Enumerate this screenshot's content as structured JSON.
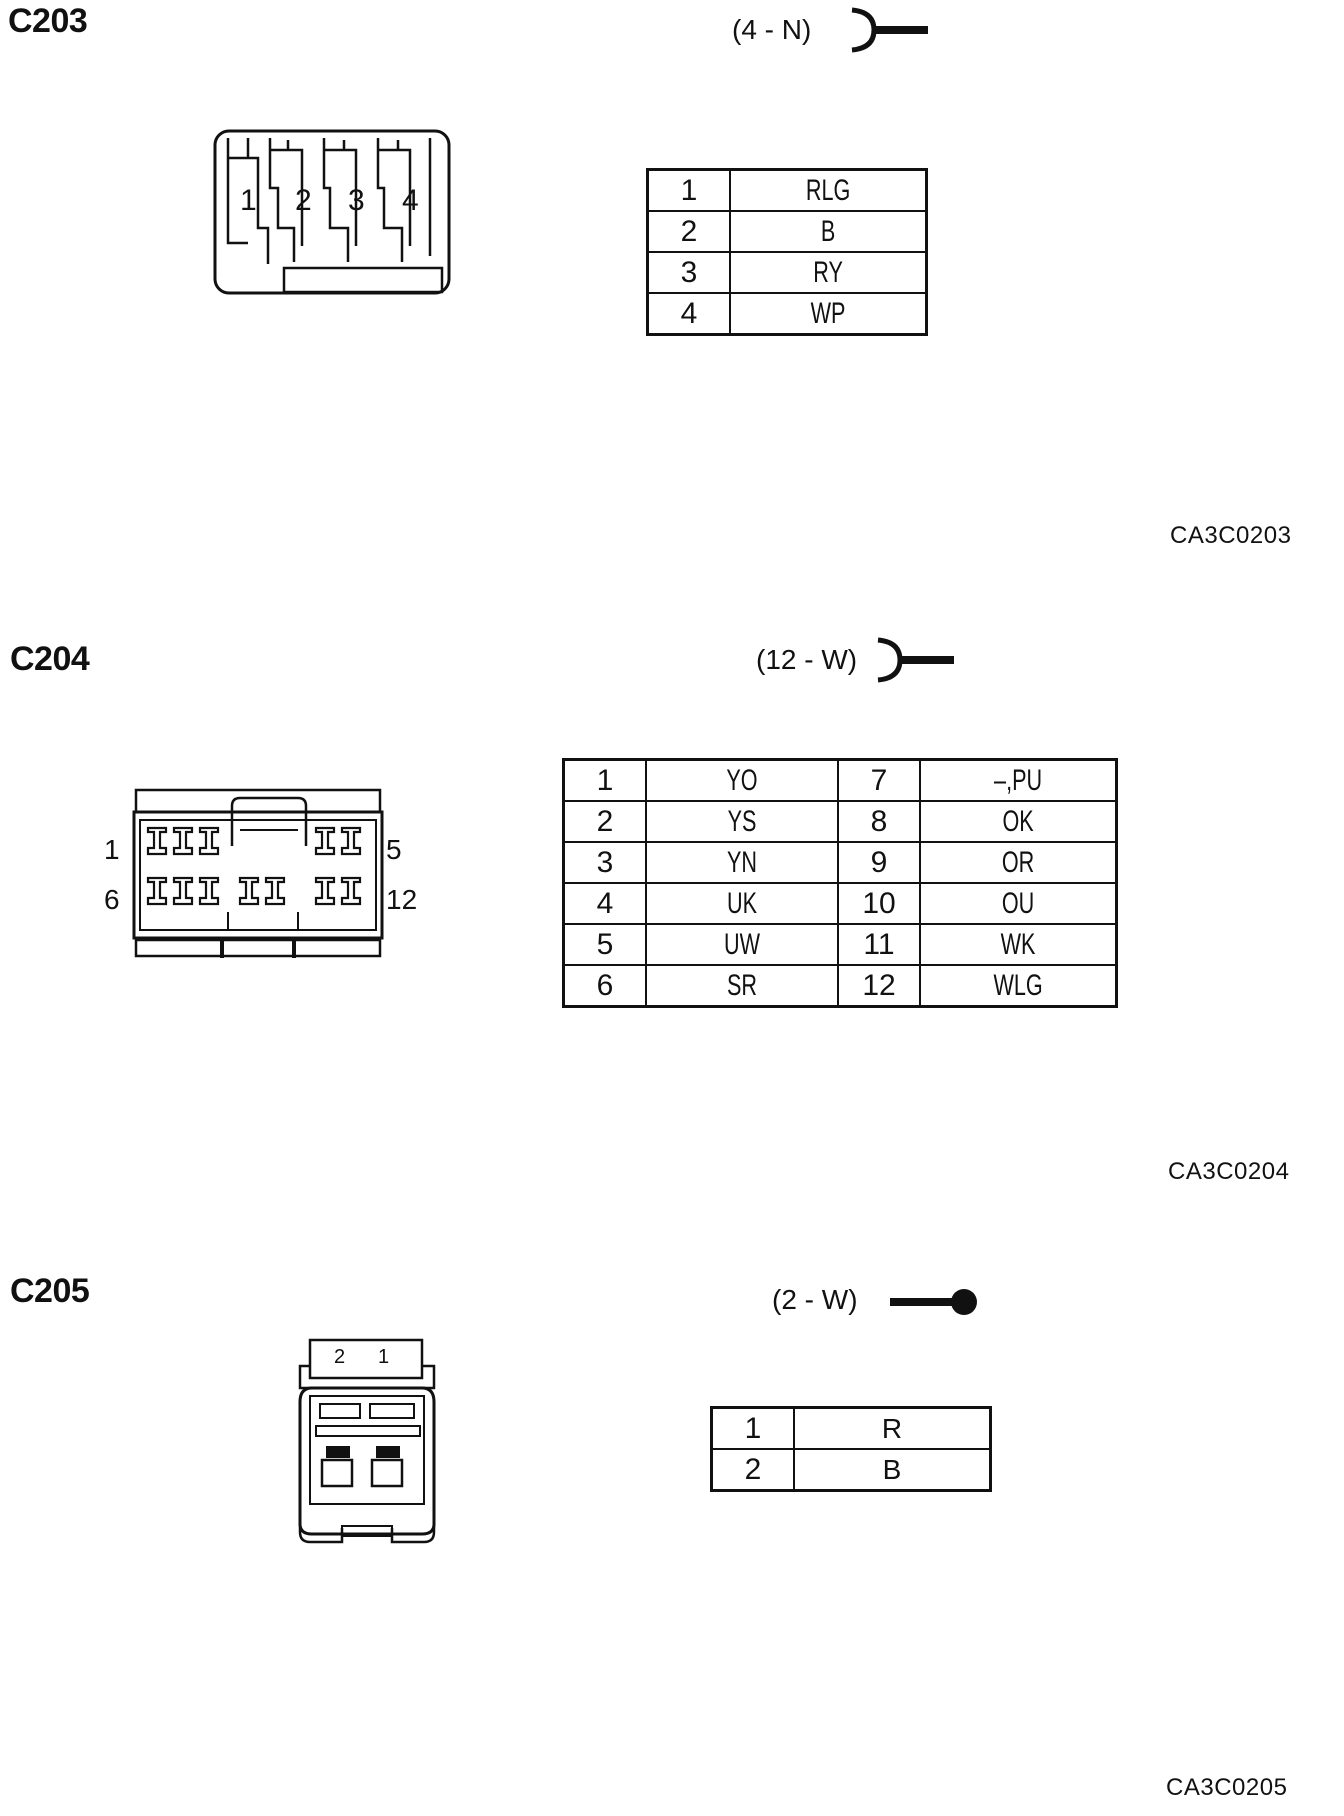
{
  "connectors": [
    {
      "id": "C203",
      "spec": "(4 - N)",
      "code": "CA3C0203",
      "pins": [
        {
          "pin": "1",
          "color": "RLG"
        },
        {
          "pin": "2",
          "color": "B"
        },
        {
          "pin": "3",
          "color": "RY"
        },
        {
          "pin": "4",
          "color": "WP"
        }
      ],
      "face_labels": [
        "1",
        "2",
        "3",
        "4"
      ]
    },
    {
      "id": "C204",
      "spec": "(12 - W)",
      "code": "CA3C0204",
      "pins": [
        {
          "pin": "1",
          "color": "YO"
        },
        {
          "pin": "2",
          "color": "YS"
        },
        {
          "pin": "3",
          "color": "YN"
        },
        {
          "pin": "4",
          "color": "UK"
        },
        {
          "pin": "5",
          "color": "UW"
        },
        {
          "pin": "6",
          "color": "SR"
        },
        {
          "pin": "7",
          "color": "–,PU"
        },
        {
          "pin": "8",
          "color": "OK"
        },
        {
          "pin": "9",
          "color": "OR"
        },
        {
          "pin": "10",
          "color": "OU"
        },
        {
          "pin": "11",
          "color": "WK"
        },
        {
          "pin": "12",
          "color": "WLG"
        }
      ],
      "face_labels": [
        "1",
        "5",
        "6",
        "12"
      ]
    },
    {
      "id": "C205",
      "spec": "(2 - W)",
      "code": "CA3C0205",
      "pins": [
        {
          "pin": "1",
          "color": "R"
        },
        {
          "pin": "2",
          "color": "B"
        }
      ],
      "face_labels": [
        "2",
        "1"
      ]
    }
  ]
}
